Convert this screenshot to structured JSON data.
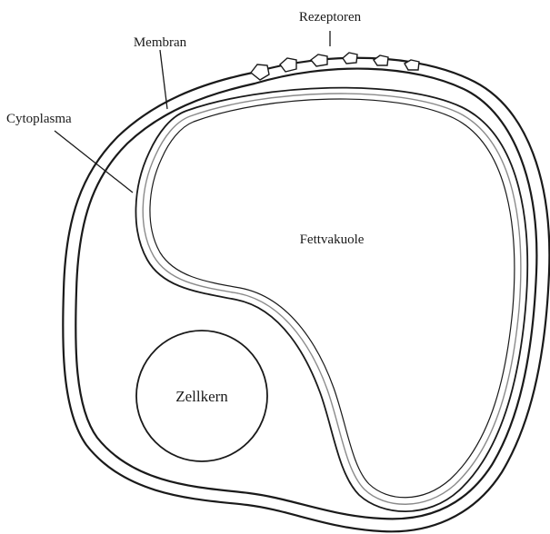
{
  "labels": {
    "receptors": "Rezeptoren",
    "membrane": "Membran",
    "cytoplasm": "Cytoplasma",
    "fat_vacuole": "Fettvakuole",
    "nucleus": "Zellkern"
  },
  "colors": {
    "ink": "#1a1a1a",
    "vacuole_inner_line": "#8a8a8a",
    "background": "#ffffff"
  }
}
